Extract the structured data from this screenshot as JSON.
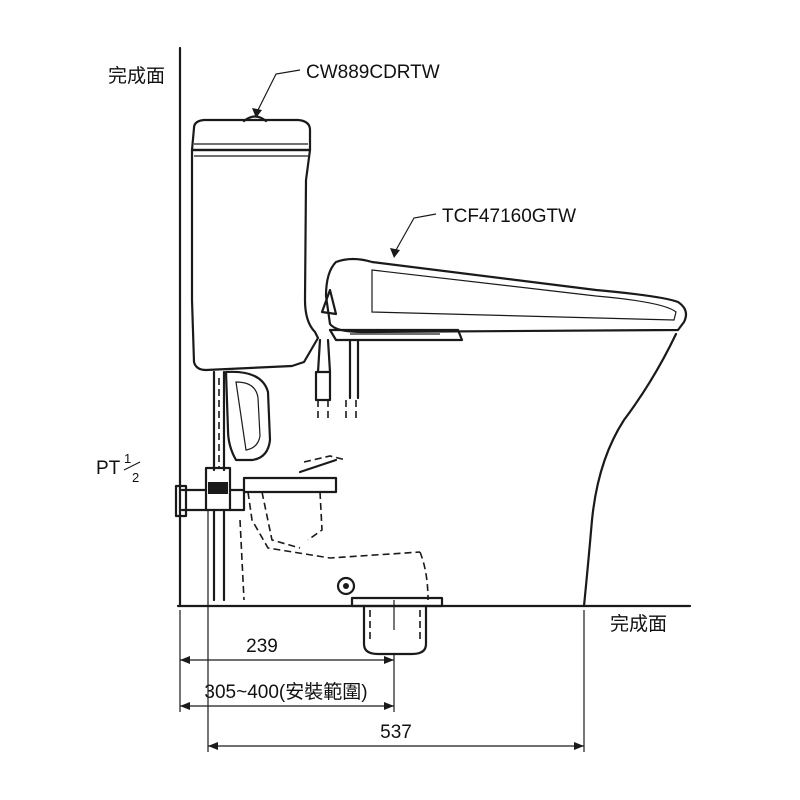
{
  "labels": {
    "wall_finish": "完成面",
    "floor_finish": "完成面",
    "tank_model": "CW889CDRTW",
    "seat_model": "TCF47160GTW",
    "water_inlet": "PT",
    "water_inlet_fraction_num": "1",
    "water_inlet_fraction_den": "2"
  },
  "dimensions": {
    "rough_in": "239",
    "install_range": "305~400(安裝範圍)",
    "depth": "537"
  }
}
